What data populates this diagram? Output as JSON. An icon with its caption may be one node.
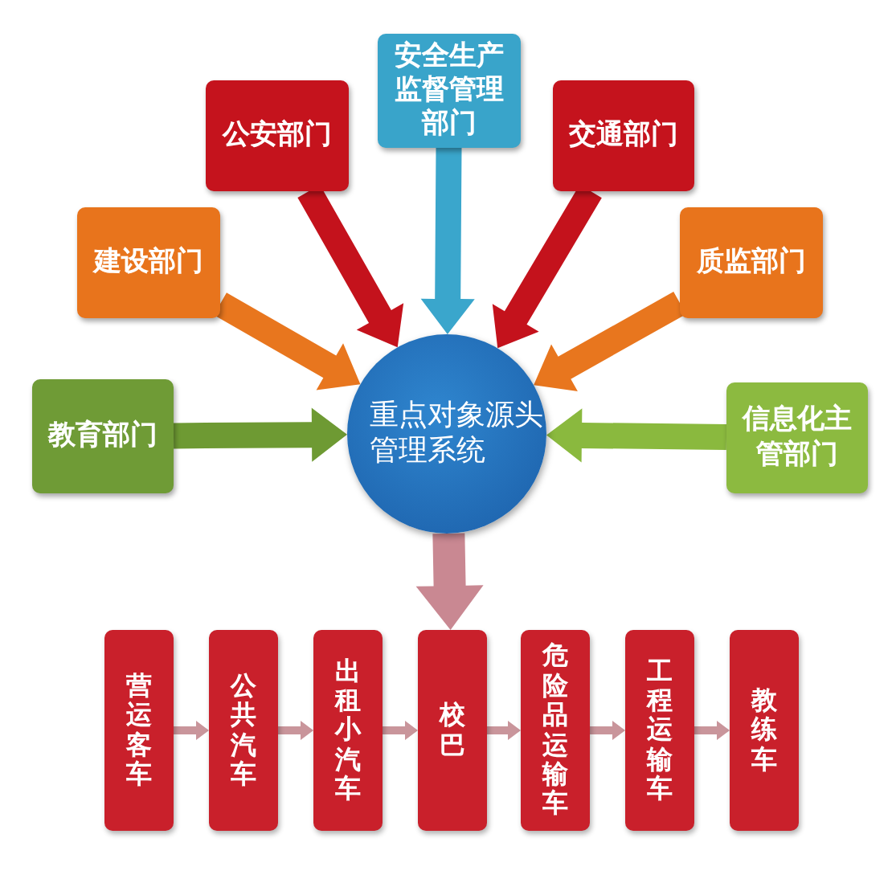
{
  "diagram": {
    "nodes": [
      {
        "text": [
          "教育部门"
        ]
      },
      {
        "text": [
          "建设部门"
        ]
      },
      {
        "text": [
          "公安部门"
        ]
      },
      {
        "text": [
          "安全生产监督管理部门"
        ]
      },
      {
        "text": [
          "交通部门"
        ]
      },
      {
        "text": [
          "质监部门"
        ]
      },
      {
        "text": [
          "信息化主管部门"
        ]
      },
      {
        "text": [
          "重点对象源头管理系统"
        ]
      },
      {
        "text": [
          "营运客车"
        ]
      },
      {
        "text": [
          "公共汽车"
        ]
      },
      {
        "text": [
          "出租小汽车"
        ]
      },
      {
        "text": [
          "校巴"
        ]
      },
      {
        "text": [
          "危险品运输车"
        ]
      },
      {
        "text": [
          "工程运输车"
        ]
      },
      {
        "text": [
          "教练车"
        ]
      }
    ],
    "edges": [
      {
        "from": 0,
        "to": 7,
        "arrow": "to",
        "style": "thick",
        "color": "#6e9a33"
      },
      {
        "from": 1,
        "to": 7,
        "arrow": "to",
        "style": "thick",
        "color": "#e8761e"
      },
      {
        "from": 2,
        "to": 7,
        "arrow": "to",
        "style": "thick",
        "color": "#c4121c"
      },
      {
        "from": 3,
        "to": 7,
        "arrow": "to",
        "style": "thick",
        "color": "#3aa6cc"
      },
      {
        "from": 4,
        "to": 7,
        "arrow": "to",
        "style": "thick",
        "color": "#c4121c"
      },
      {
        "from": 5,
        "to": 7,
        "arrow": "to",
        "style": "thick",
        "color": "#e8761e"
      },
      {
        "from": 6,
        "to": 7,
        "arrow": "to",
        "style": "thick",
        "color": "#8ab93e"
      },
      {
        "from": 7,
        "to": 11,
        "arrow": "to",
        "style": "thick",
        "color": "#c98892"
      },
      {
        "from": 8,
        "to": 9,
        "arrow": "to"
      },
      {
        "from": 9,
        "to": 10,
        "arrow": "to"
      },
      {
        "from": 10,
        "to": 11,
        "arrow": "to"
      },
      {
        "from": 11,
        "to": 12,
        "arrow": "to"
      },
      {
        "from": 12,
        "to": 13,
        "arrow": "to"
      },
      {
        "from": 13,
        "to": 14,
        "arrow": "to"
      }
    ]
  }
}
